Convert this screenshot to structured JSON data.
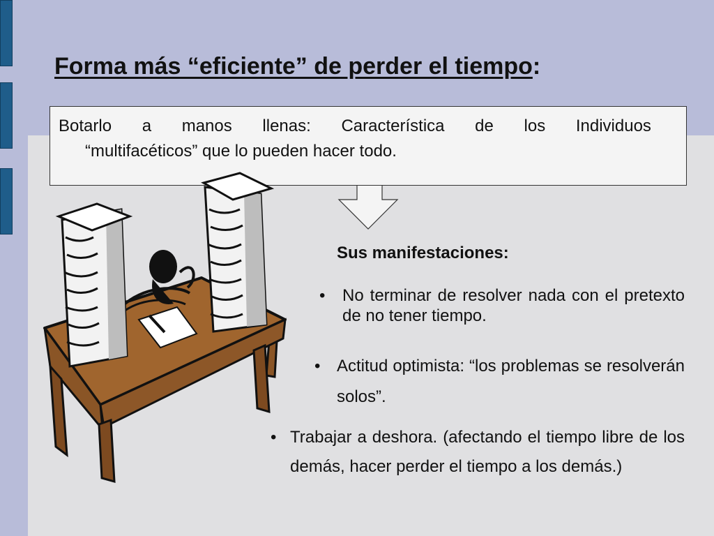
{
  "title": {
    "main": "Forma más “eficiente” de perder el tiempo",
    "colon": ":"
  },
  "callout": {
    "line1_words": [
      "Botarlo",
      "a",
      "manos",
      "llenas:",
      "Característica",
      "de",
      "los",
      "Individuos"
    ],
    "line2": "“multifacéticos” que lo pueden hacer todo."
  },
  "subheading": "Sus manifestaciones:",
  "bullets": [
    {
      "marker": "•",
      "text": "No terminar de resolver nada con el pretexto de no tener tiempo."
    },
    {
      "marker": "•",
      "text": "Actitud optimista: “los problemas se resolverán solos”."
    },
    {
      "marker": "•",
      "text": "Trabajar a deshora. (afectando el tiempo libre de los demás, hacer perder el tiempo a los demás.)"
    }
  ],
  "illustration": {
    "icon": "person-at-desk-with-paper-stacks-icon",
    "desk_color": "#a0652e",
    "paper_color": "#ffffff"
  },
  "colors": {
    "background": "#b8bcd9",
    "panel": "#e0e0e2",
    "callout": "#f4f4f4",
    "accent_bars": "#1f5d8a"
  }
}
